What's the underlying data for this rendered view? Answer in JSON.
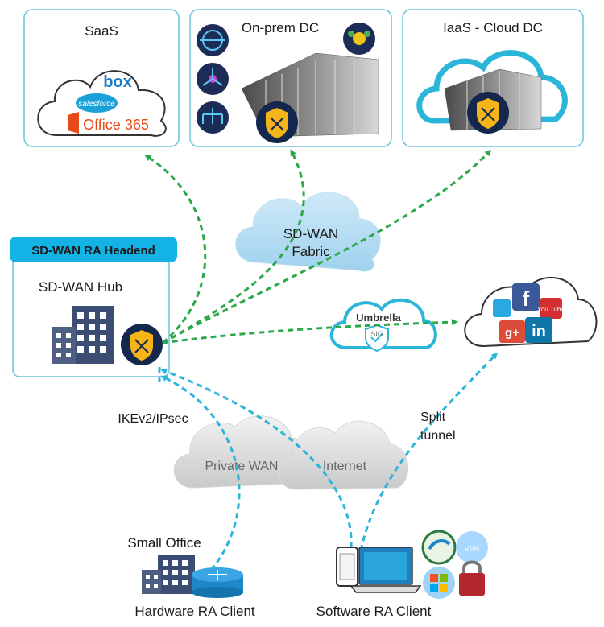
{
  "boxes": {
    "saas": {
      "title": "SaaS"
    },
    "onprem": {
      "title": "On-prem DC"
    },
    "iaas": {
      "title": "IaaS - Cloud DC"
    }
  },
  "saas_apps": {
    "box": "box",
    "salesforce": "salesforce",
    "office": "Office 365"
  },
  "headend": {
    "tag": "SD-WAN RA Headend",
    "hub": "SD-WAN Hub"
  },
  "fabric": {
    "line1": "SD-WAN",
    "line2": "Fabric"
  },
  "umbrella": {
    "line1": "Umbrella",
    "line2": "SIG"
  },
  "social": {
    "facebook": "f",
    "youtube": "You Tube",
    "gplus": "g+",
    "linkedin": "in"
  },
  "tunnel_label": "IKEv2/IPsec",
  "split": {
    "line1": "Split",
    "line2": "tunnel"
  },
  "private_wan": "Private WAN",
  "internet": "Internet",
  "small_office": "Small Office",
  "hw_client": "Hardware RA Client",
  "sw_client": "Software RA Client",
  "vpn_badge": "VPN",
  "colors": {
    "green": "#2ba84a",
    "cyan": "#2bb5d9",
    "tag": "#13b3e6",
    "navy": "#14284e",
    "gold": "#f5b418",
    "building": "#3c4d73"
  }
}
